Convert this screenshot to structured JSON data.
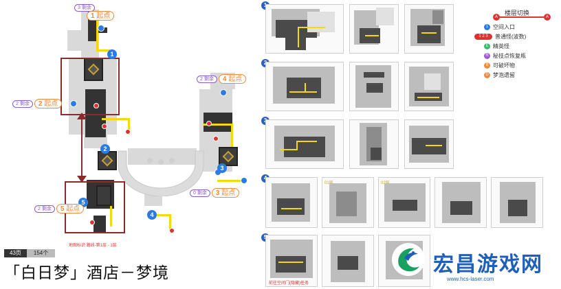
{
  "map": {
    "starts": [
      {
        "count_label": "3 剩余",
        "number": "1",
        "label": "起点"
      },
      {
        "count_label": "2 剩余",
        "number": "2",
        "label": "起点"
      },
      {
        "count_label": "2 剩余",
        "number": "4",
        "label": "起点"
      },
      {
        "count_label": "0 剩余",
        "number": "3",
        "label": "起点"
      },
      {
        "count_label": "2 剩余",
        "number": "5",
        "label": "起点"
      }
    ],
    "floor_tags": [
      "1",
      "2",
      "3",
      "4",
      "5"
    ],
    "captions": [
      "地图标识 路线-第1层 - 1层",
      "前往空间门(隐藏)任务"
    ],
    "badges": {
      "left": "43页",
      "right": "154个"
    },
    "title": "「白日梦」酒店－梦境"
  },
  "panels": {
    "row_numbers": [
      "1",
      "2",
      "3",
      "4",
      "5"
    ],
    "row4_tags": [
      "01层",
      "02层"
    ]
  },
  "legend": {
    "title": "楼层切换",
    "switch_dots": [
      "A",
      "A"
    ],
    "items": [
      {
        "icon": "1",
        "color": "#2c7be5",
        "label": "空间入口"
      },
      {
        "icon": "1 2 3",
        "color": "#d93434",
        "label": "普通怪(波数)"
      },
      {
        "icon": "E",
        "color": "#3fb86a",
        "label": "精英怪"
      },
      {
        "icon": "R",
        "color": "#9b59d6",
        "label": "秘技点恢复瓶"
      },
      {
        "icon": "B",
        "color": "#f08a3c",
        "label": "可破坏物"
      },
      {
        "icon": "D",
        "color": "#f08a3c",
        "label": "梦泡遗留"
      }
    ]
  },
  "watermark": {
    "text": "宏昌游戏网",
    "url": "www.hcs-laser.com"
  }
}
